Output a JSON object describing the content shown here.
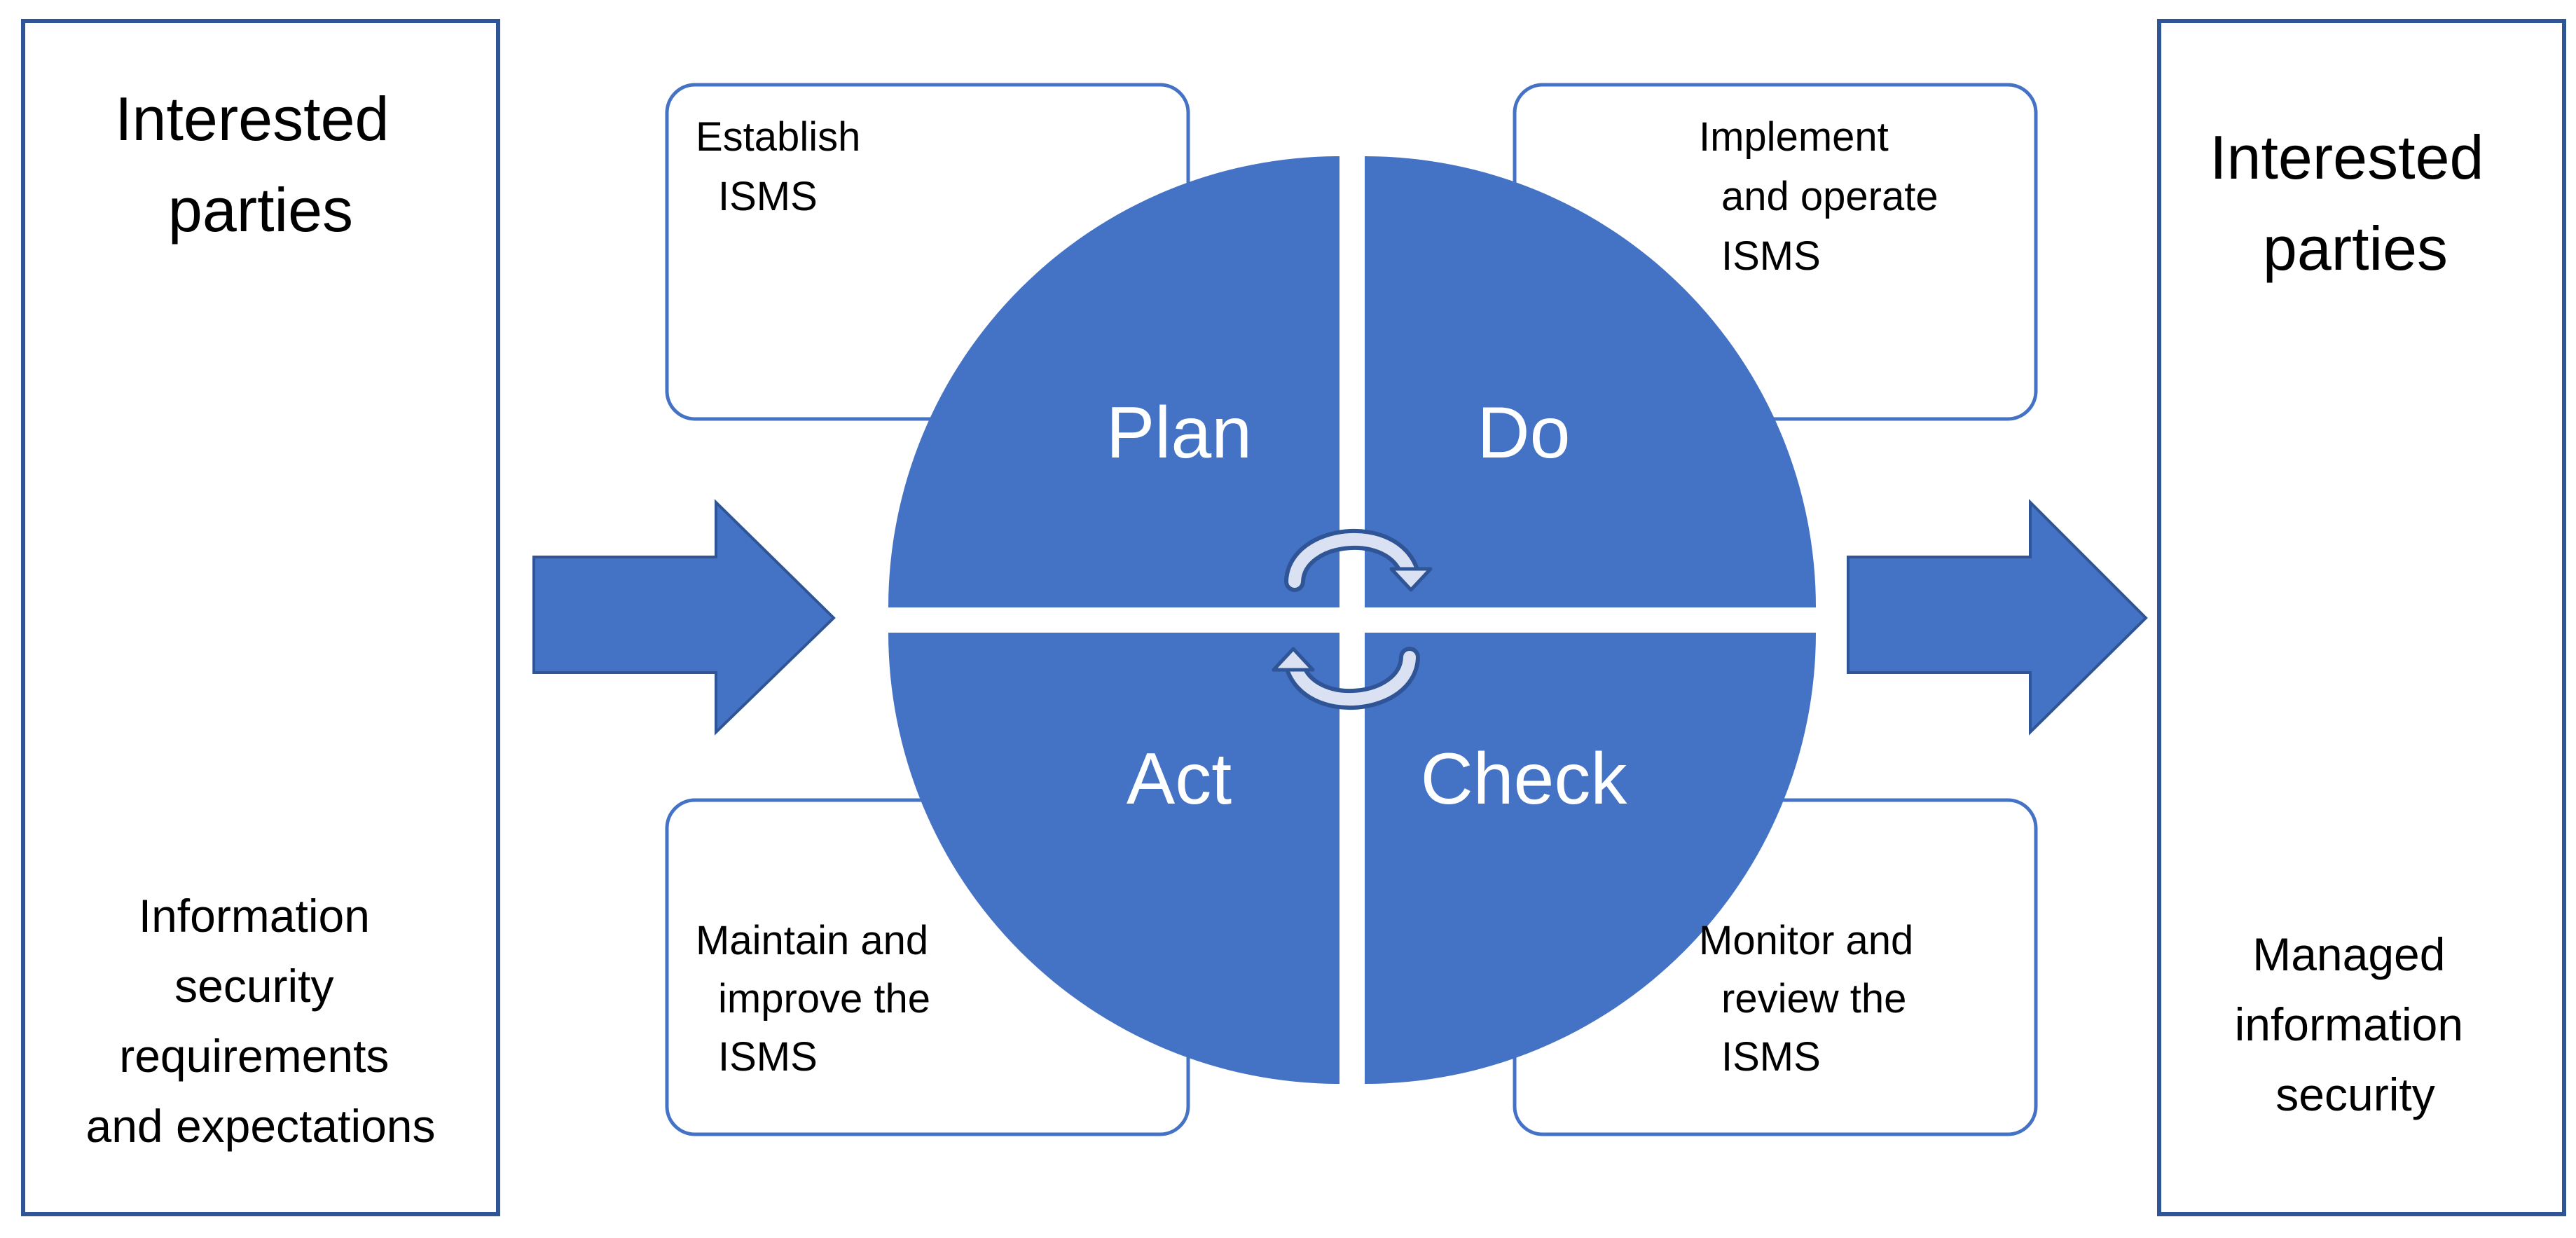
{
  "left_panel": {
    "title_lines": [
      "Interested",
      "parties"
    ],
    "body_lines": [
      "Information",
      "security",
      "requirements",
      "and expectations"
    ]
  },
  "right_panel": {
    "title_lines": [
      "Interested",
      "parties"
    ],
    "body_lines": [
      "Managed",
      "information",
      "security"
    ]
  },
  "quadrants": {
    "plan": "Plan",
    "do": "Do",
    "act": "Act",
    "check": "Check"
  },
  "stage_boxes": {
    "establish": [
      "Establish",
      "ISMS"
    ],
    "implement": [
      "Implement",
      "and operate",
      "ISMS"
    ],
    "maintain": [
      "Maintain and",
      "improve the",
      "ISMS"
    ],
    "monitor": [
      "Monitor and",
      "review the",
      "ISMS"
    ]
  },
  "colors": {
    "primary": "#4472C4",
    "frame": "#2F5597",
    "text": "#000000",
    "quadrant_text": "#FFFFFF",
    "cycle_arrow": "#D9E1F2"
  }
}
